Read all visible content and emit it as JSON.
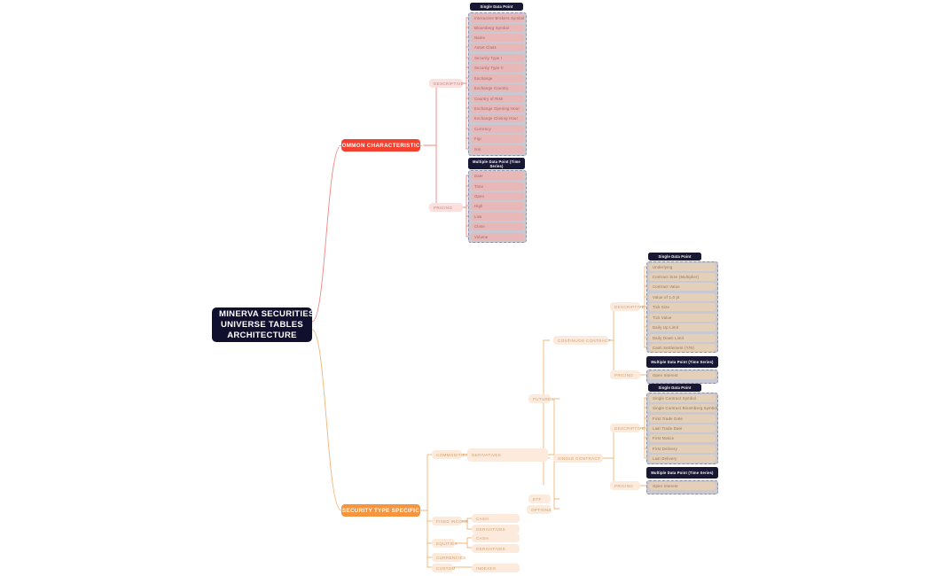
{
  "root": {
    "line1": "MINERVA SECURITIES",
    "line2": "UNIVERSE TABLES",
    "line3": "ARCHITECTURE"
  },
  "categories": {
    "common": "COMMON CHARACTERISTICS",
    "security_type": "SECURITY TYPE SPECIFIC"
  },
  "common_branch": {
    "descriptive_label": "DESCRIPTIVE",
    "pricing_label": "PRICING",
    "descriptive_group_title": "Single Data Point",
    "descriptive_fields": [
      "Interactive Brokers Symbol",
      "Bloomberg Symbol",
      "Name",
      "Asset Class",
      "Security Type I",
      "Security Type II",
      "Exchange",
      "Exchange Country",
      "Country of Risk",
      "Exchange Opening Hour",
      "Exchange Closing Hour",
      "Currency",
      "Figi",
      "Isin"
    ],
    "pricing_group_title": "Multiple Data Point (Time Series)",
    "pricing_fields": [
      "Date",
      "Time",
      "Open",
      "High",
      "Low",
      "Close",
      "Volume"
    ]
  },
  "security_branch": {
    "commodities": "COMMODITIES",
    "derivatives": "DERIVATIVES",
    "futures": "FUTURES",
    "etf": "ETF",
    "options": "OPTIONS",
    "fixed_income": "FIXED INCOME",
    "fixed_income_cash": "CASH",
    "fixed_income_derivatives": "DERIVATIVES",
    "equities": "EQUITIES",
    "equities_cash": "CASH",
    "equities_derivatives": "DERIVATIVES",
    "currencies": "CURRENCIES",
    "custom": "CUSTOM",
    "indexes": "INDEXES"
  },
  "futures_branch": {
    "continuous_label": "CONTINUOS CONTRACT",
    "single_label": "SINGLE CONTRACT",
    "continuous_descriptive_label": "DESCRIPTIVE",
    "continuous_pricing_label": "PRICING",
    "single_descriptive_label": "DESCRIPTIVE",
    "single_pricing_label": "PRICING",
    "continuous_descriptive_title": "Single Data Point",
    "continuous_descriptive_fields": [
      "Underlying",
      "Contract Size (Multiplier)",
      "Contract Value",
      "Value of 1.0 pt",
      "Tick Size",
      "Tick Value",
      "Daily Up Limit",
      "Daily Down Limit",
      "Cash Settlement (Y/N)"
    ],
    "continuous_pricing_title": "Multiple Data Point (Time Series)",
    "continuous_pricing_fields": [
      "Open Interest"
    ],
    "single_descriptive_title": "Single Data Point",
    "single_descriptive_fields": [
      "Single Contract Symbol",
      "Single Contract Bloomberg Symbol",
      "First Trade Date",
      "Last Trade Date",
      "First Notice",
      "First Delivery",
      "Last Delivery"
    ],
    "single_pricing_title": "Multiple Data Point (Time Series)",
    "single_pricing_fields": [
      "Open Interest"
    ]
  },
  "colors": {
    "root_bg": "#100f2e",
    "common_bg": "#f4402e",
    "security_bg": "#f59540",
    "pink_link": "#f2857d",
    "peach_link": "#f0b579",
    "group_bg": "#c9c9d4",
    "badge_bg": "#181734",
    "chip_pink": "#e8b8b8",
    "chip_tan": "#e4cfb8"
  }
}
